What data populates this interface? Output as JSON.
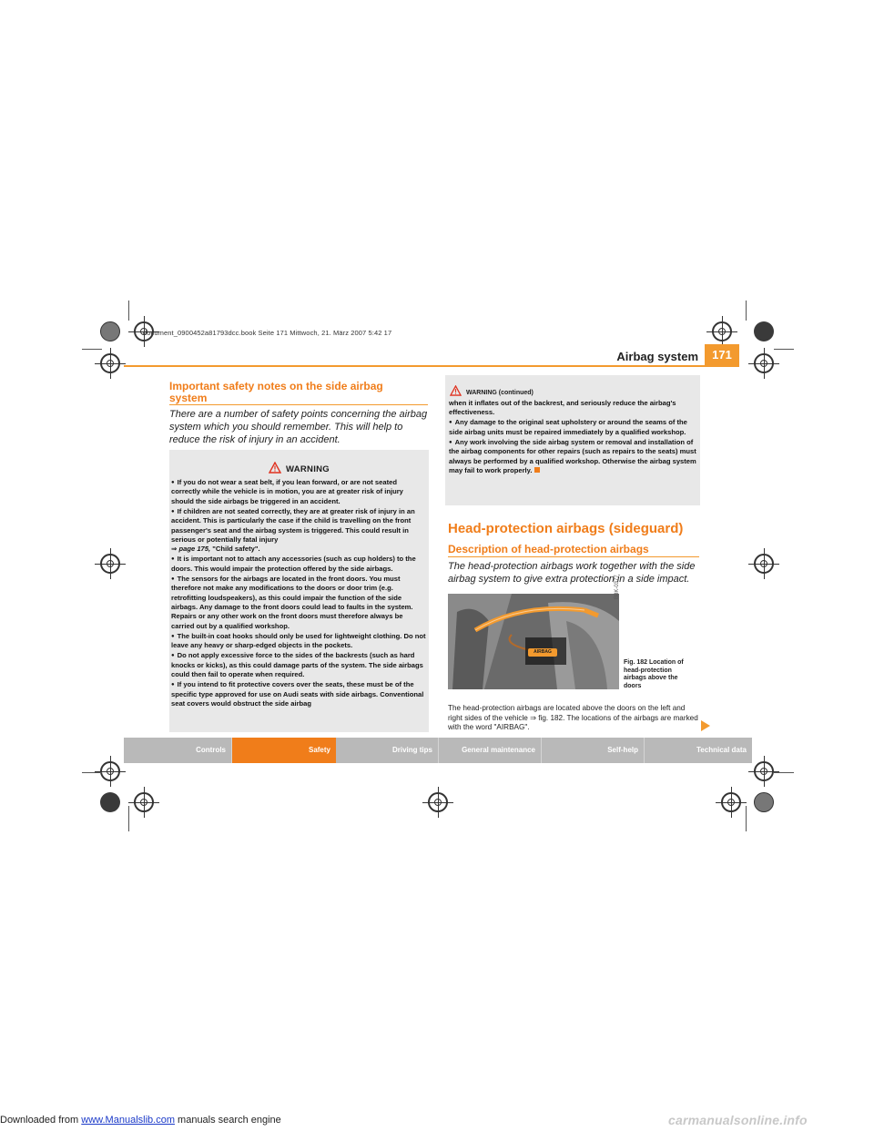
{
  "header": {
    "file_info": "document_0900452a81793dcc.book  Seite 171  Mittwoch, 21. März 2007  5:42 17",
    "title": "Airbag system",
    "page_number": "171"
  },
  "left": {
    "heading": "Important safety notes on the side airbag system",
    "intro": "There are a number of safety points concerning the airbag system which you should remember. This will help to reduce the risk of injury in an accident.",
    "warning_title": "WARNING",
    "bullets": [
      "If you do not wear a seat belt, if you lean forward, or are not seated correctly while the vehicle is in motion, you are at greater risk of injury should the side airbags be triggered in an accident.",
      "If children are not seated correctly, they are at greater risk of injury in an accident. This is particularly the case if the child is travelling on the front passenger's seat and the airbag system is triggered. This could result in serious or potentially fatal injury",
      "It is important not to attach any accessories (such as cup holders) to the doors. This would impair the protection offered by the side airbags.",
      "The sensors for the airbags are located in the front doors. You must therefore not make any modifications to the doors or door trim (e.g. retrofitting loudspeakers), as this could impair the function of the side airbags. Any damage to the front doors could lead to faults in the system. Repairs or any other work on the front doors must therefore always be carried out by a qualified workshop.",
      "The built-in coat hooks should only be used for lightweight clothing. Do not leave any heavy or sharp-edged objects in the pockets.",
      "Do not apply excessive force to the sides of the backrests (such as hard knocks or kicks), as this could damage parts of the system. The side airbags could then fail to operate when required.",
      "If you intend to fit protective covers over the seats, these must be of the specific type approved for use on Audi seats with side airbags. Conventional seat covers would obstruct the side airbag"
    ],
    "child_ref_arrow": "⇒",
    "child_ref_page": "page 175,",
    "child_ref_title": " \"Child safety\"."
  },
  "right": {
    "warning_cont_title": "WARNING (continued)",
    "cont_text": "when it inflates out of the backrest, and seriously reduce the airbag's effectiveness.",
    "cont_bullets": [
      "Any damage to the original seat upholstery or around the seams of the side airbag units must be repaired immediately by a qualified workshop.",
      "Any work involving the side airbag system or removal and installation of the airbag components for other repairs (such as repairs to the seats) must always be performed by a qualified workshop. Otherwise the airbag system may fail to work properly."
    ],
    "section_title": "Head-protection airbags (sideguard)",
    "subheading": "Description of head-protection airbags",
    "intro": "The head-protection airbags work together with the side airbag system to give extra protection in a side impact.",
    "figure_code": "B8K-0377",
    "airbag_label": "AIRBAG",
    "figure_caption": "Fig. 182  Location of head-protection airbags above the doors",
    "body": "The head-protection airbags are located above the doors on the left and right sides of the vehicle ⇒ fig. 182. The locations of the airbags are marked with the word \"AIRBAG\"."
  },
  "tabs": [
    "Controls",
    "Safety",
    "Driving tips",
    "General maintenance",
    "Self-help",
    "Technical data"
  ],
  "footer": {
    "prefix": "Downloaded from ",
    "link": "www.Manualslib.com",
    "suffix": "  manuals search engine",
    "site": "carmanualsonline.info"
  },
  "colors": {
    "accent": "#f07d1a",
    "tab_bar": "#b9b9b9",
    "warning_bg": "#e8e8e8"
  }
}
